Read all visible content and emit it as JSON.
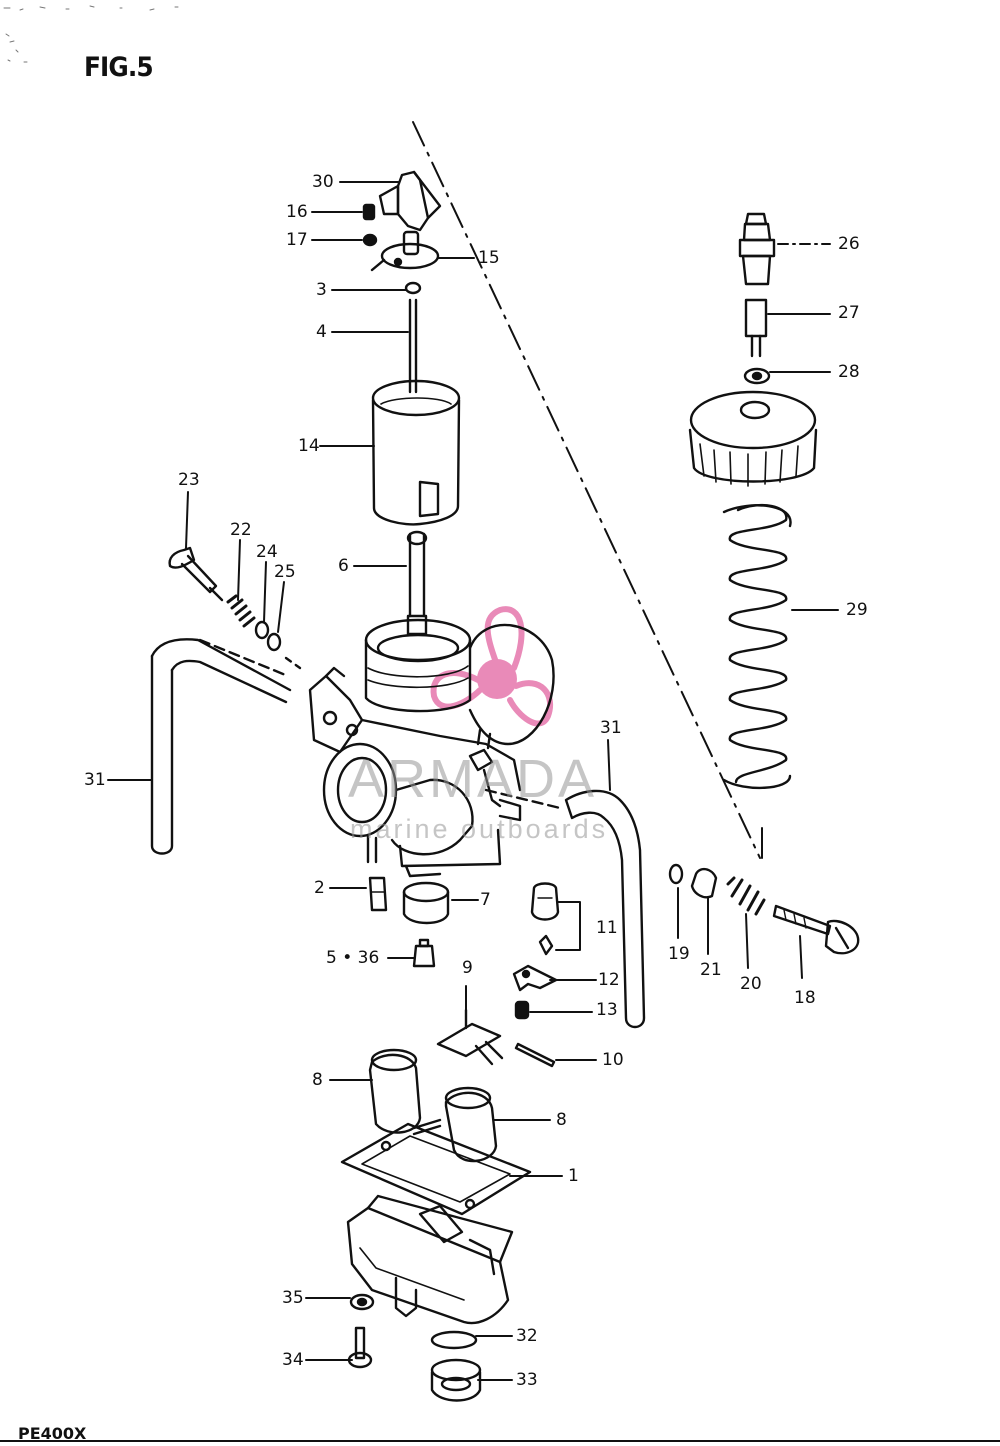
{
  "figure": {
    "title": "FIG.5",
    "model": "PE400X"
  },
  "watermark": {
    "brand": "ARMADA",
    "sub": "marine outboards",
    "color": "#e98ab8"
  },
  "callouts": [
    {
      "id": "30",
      "label": "30"
    },
    {
      "id": "16",
      "label": "16"
    },
    {
      "id": "17",
      "label": "17"
    },
    {
      "id": "15",
      "label": "15"
    },
    {
      "id": "3",
      "label": "3"
    },
    {
      "id": "4",
      "label": "4"
    },
    {
      "id": "14",
      "label": "14"
    },
    {
      "id": "26",
      "label": "26"
    },
    {
      "id": "27",
      "label": "27"
    },
    {
      "id": "28",
      "label": "28"
    },
    {
      "id": "23",
      "label": "23"
    },
    {
      "id": "22",
      "label": "22"
    },
    {
      "id": "24",
      "label": "24"
    },
    {
      "id": "25",
      "label": "25"
    },
    {
      "id": "6",
      "label": "6"
    },
    {
      "id": "29",
      "label": "29"
    },
    {
      "id": "31a",
      "label": "31"
    },
    {
      "id": "31b",
      "label": "31"
    },
    {
      "id": "2",
      "label": "2"
    },
    {
      "id": "7",
      "label": "7"
    },
    {
      "id": "11",
      "label": "11"
    },
    {
      "id": "5_36",
      "label": "5 • 36"
    },
    {
      "id": "12",
      "label": "12"
    },
    {
      "id": "9",
      "label": "9"
    },
    {
      "id": "13",
      "label": "13"
    },
    {
      "id": "10",
      "label": "10"
    },
    {
      "id": "19",
      "label": "19"
    },
    {
      "id": "21",
      "label": "21"
    },
    {
      "id": "20",
      "label": "20"
    },
    {
      "id": "18",
      "label": "18"
    },
    {
      "id": "8a",
      "label": "8"
    },
    {
      "id": "8b",
      "label": "8"
    },
    {
      "id": "1",
      "label": "1"
    },
    {
      "id": "35",
      "label": "35"
    },
    {
      "id": "32",
      "label": "32"
    },
    {
      "id": "34",
      "label": "34"
    },
    {
      "id": "33",
      "label": "33"
    }
  ]
}
